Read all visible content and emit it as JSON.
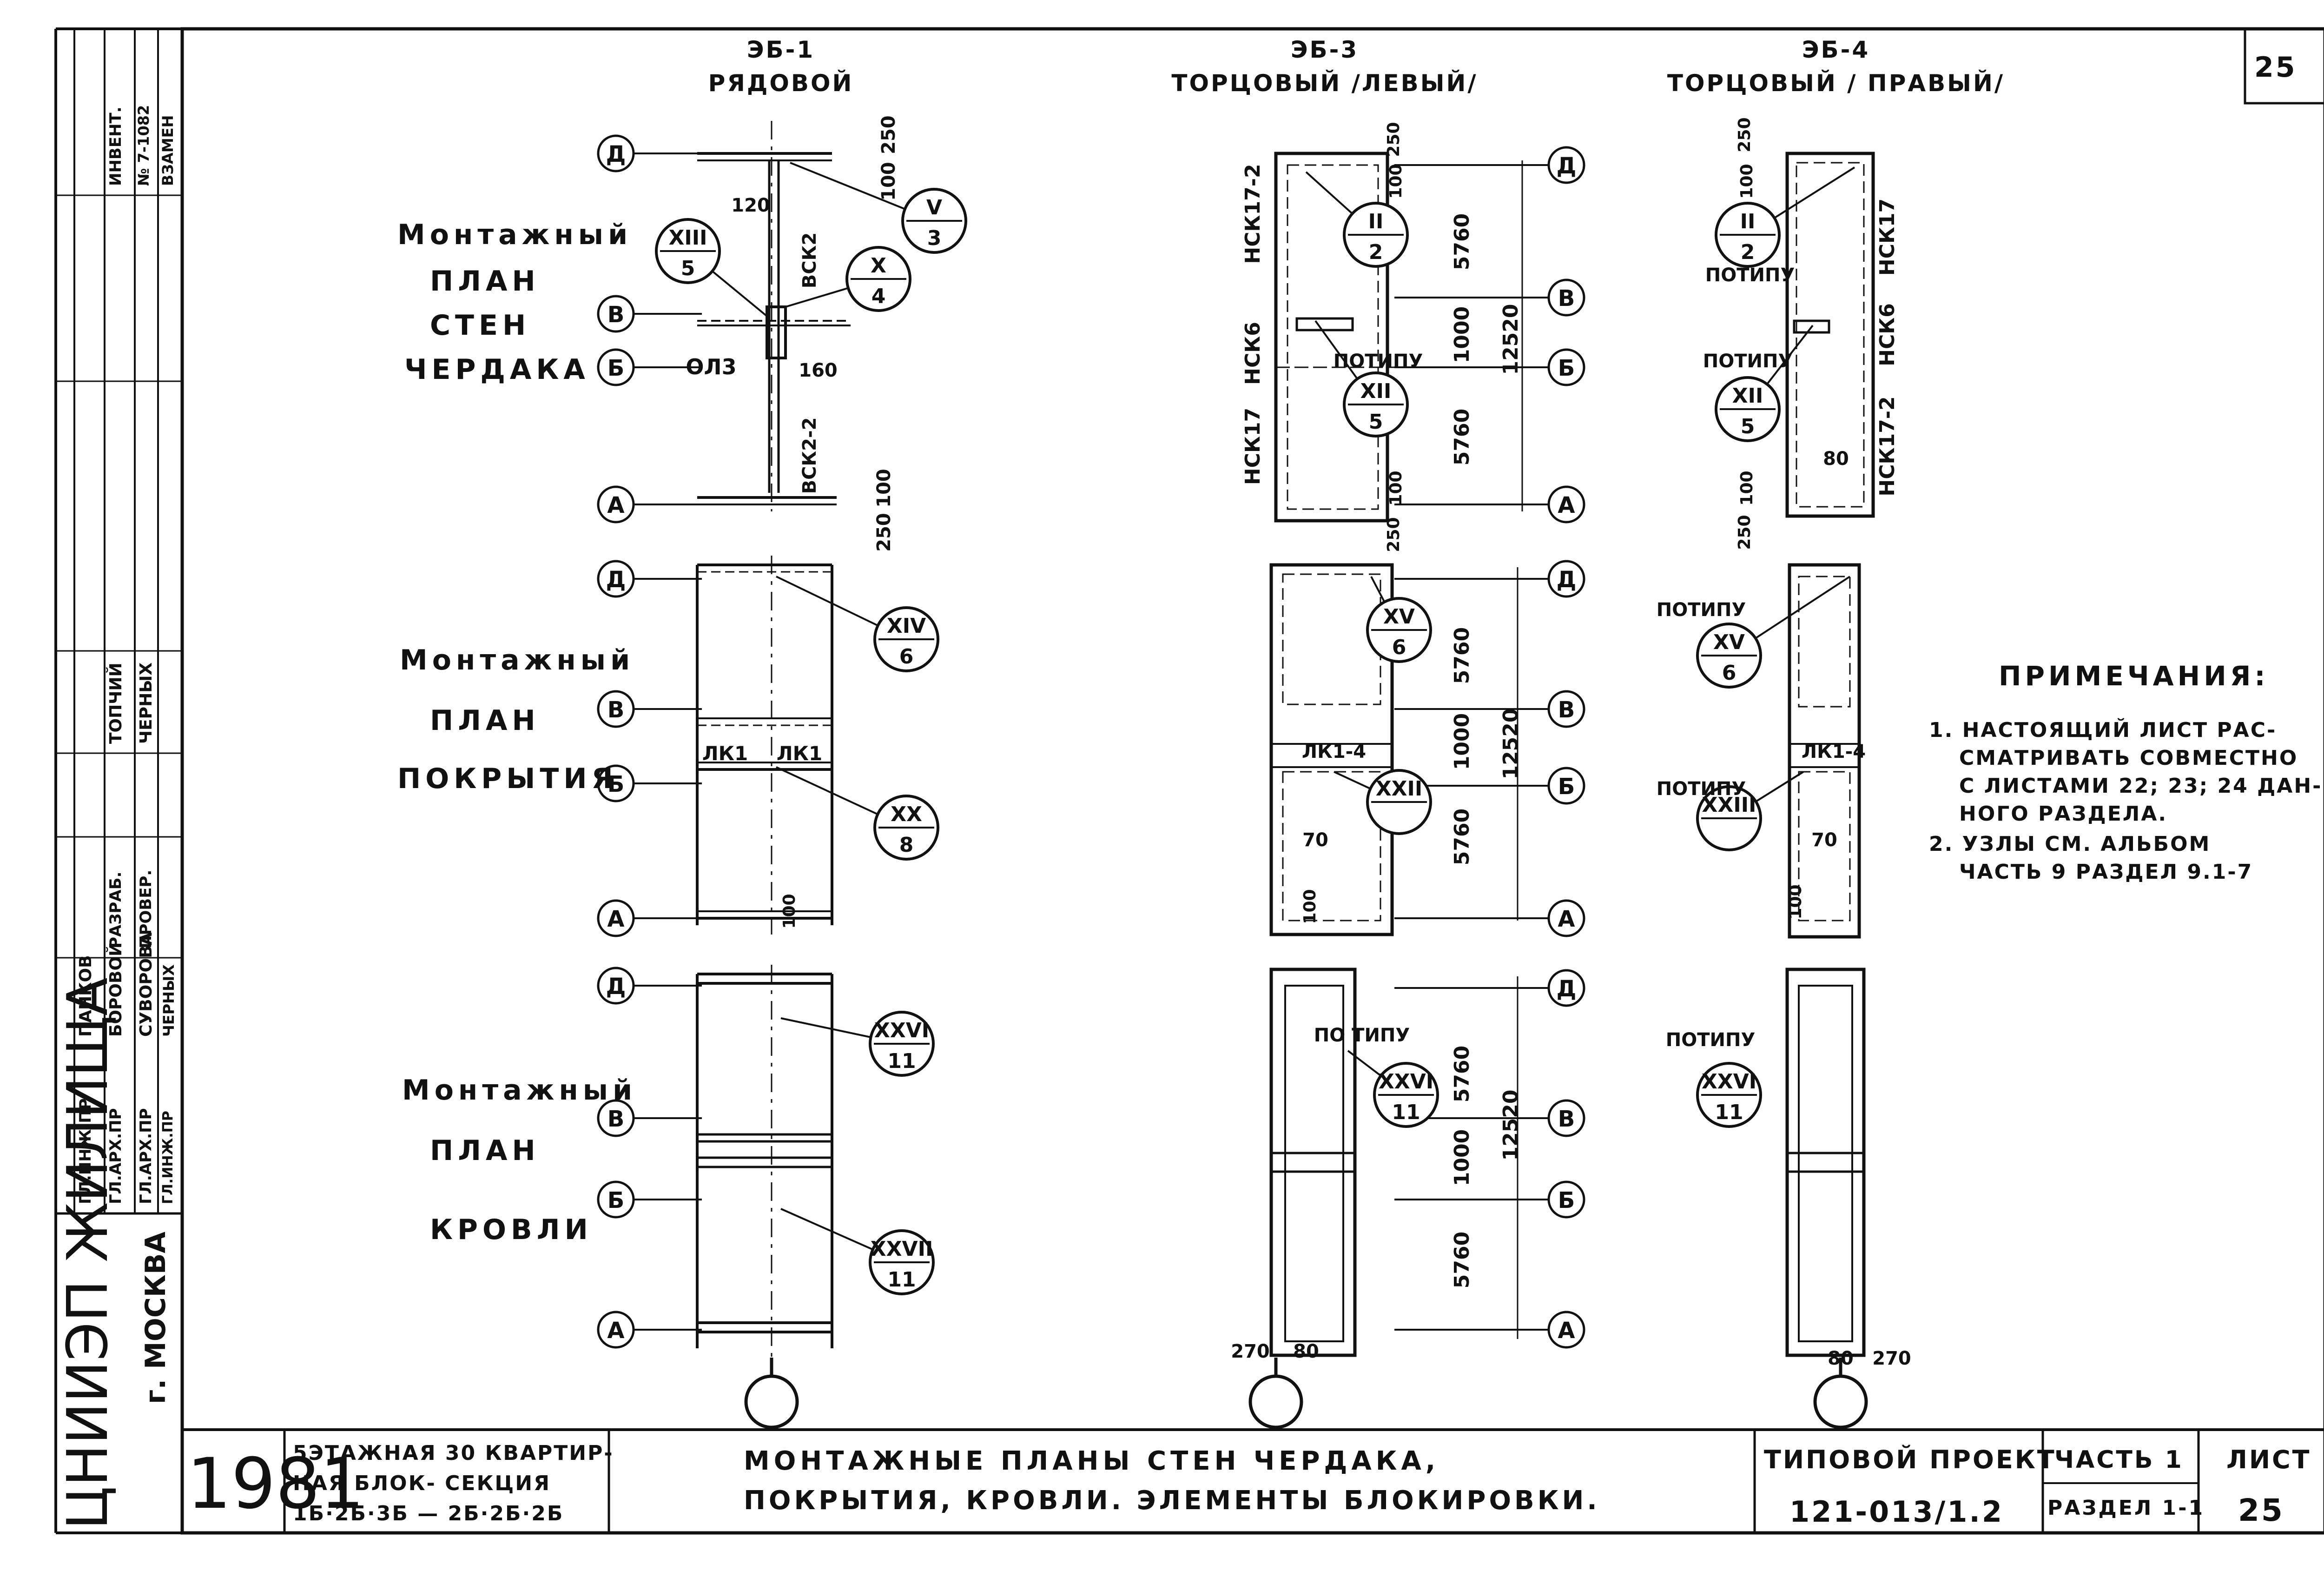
{
  "sheet_number_top": "25",
  "columns": [
    {
      "id": "eb1",
      "code": "ЭБ-1",
      "type": "РЯДОВОЙ"
    },
    {
      "id": "eb3",
      "code": "ЭБ-3",
      "type": "ТОРЦОВЫЙ /ЛЕВЫЙ/"
    },
    {
      "id": "eb4",
      "code": "ЭБ-4",
      "type": "ТОРЦОВЫЙ / ПРАВЫЙ/"
    }
  ],
  "row_titles": [
    [
      "Монтажный",
      "ПЛАН",
      "СТЕН",
      "ЧЕРДАКА"
    ],
    [
      "Монтажный",
      "ПЛАН",
      "ПОКРЫТИЯ"
    ],
    [
      "Монтажный",
      "ПЛАН",
      "КРОВЛИ"
    ]
  ],
  "axes": [
    "Д",
    "В",
    "Б",
    "А"
  ],
  "labels": {
    "bsk2": "ВСК2",
    "bsk2_2": "ВСК2-2",
    "ol3": "ОЛ3",
    "nsk17_2": "НСК17-2",
    "nsk6": "НСК6",
    "nsk17": "НСК17",
    "potipu": "ПОТИПУ",
    "po_tipu": "ПО ТИПУ",
    "lk1": "ЛК1",
    "lk1_4": "ЛК1-4",
    "lk1_4r": "ЛК1-4"
  },
  "dims": {
    "d250": "250",
    "d100": "100",
    "d120": "120",
    "d160": "160",
    "d5760": "5760",
    "d1000": "1000",
    "d12520": "12520",
    "d70": "70",
    "d80": "80",
    "d270": "270"
  },
  "nodes": {
    "n_v3": [
      "V",
      "3"
    ],
    "n_xiii5": [
      "XIII",
      "5"
    ],
    "n_x4": [
      "X",
      "4"
    ],
    "n_ii2": [
      "II",
      "2"
    ],
    "n_xii5": [
      "XII",
      "5"
    ],
    "n_xiv6": [
      "XIV",
      "6"
    ],
    "n_xx8": [
      "XX",
      "8"
    ],
    "n_xv6": [
      "XV",
      "6"
    ],
    "n_xxii": [
      "XXII",
      ""
    ],
    "n_xxiii": [
      "XXIII",
      ""
    ],
    "n_xxvi11": [
      "XXVI",
      "11"
    ],
    "n_xxvii11": [
      "XXVII",
      "11"
    ]
  },
  "notes": {
    "title": "ПРИМЕЧАНИЯ:",
    "lines": [
      "1. НАСТОЯЩИЙ ЛИСТ РАС-",
      "СМАТРИВАТЬ СОВМЕСТНО",
      "С ЛИСТАМИ 22; 23; 24 ДАН-",
      "НОГО РАЗДЕЛА.",
      "2. УЗЛЫ СМ. АЛЬБОМ",
      "ЧАСТЬ 9 РАЗДЕЛ 9.1-7"
    ]
  },
  "stamp": {
    "year": "1981",
    "project_desc": [
      "5ЭТАЖНАЯ 30 КВАРТИР-",
      "НАЯ БЛОК- СЕКЦИЯ",
      "1Б·2Б·3Б — 2Б·2Б·2Б"
    ],
    "sheet_title": [
      "МОНТАЖНЫЕ ПЛАНЫ СТЕН ЧЕРДАКА,",
      "ПОКРЫТИЯ, КРОВЛИ. ЭЛЕМЕНТЫ БЛОКИРОВКИ."
    ],
    "typical_project": "ТИПОВОЙ ПРОЕКТ",
    "project_code": "121-013/1.2",
    "part": "ЧАСТЬ 1",
    "section": "РАЗДЕЛ 1-1",
    "sheet_label": "ЛИСТ",
    "sheet_no": "25"
  },
  "left_strip": {
    "org": "ЦНИИЭП ЖИЛИЩА",
    "city": "г. МОСКВА",
    "roles": [
      "ГЛ.ИНЖ.ПР",
      "ГЛ.АРХ.ПР",
      "ГЛ.АРХ.ПР",
      "ГЛ.ИНЖ.ПР"
    ],
    "names": [
      "ПАНКОВ",
      "БОРОВОЙ",
      "СУВОРОВА",
      "ЧЕРНЫХ"
    ],
    "roles2": [
      "РАЗРАБ.",
      "ПРОВЕР."
    ],
    "names2": [
      "ТОПЧИЙ",
      "ЧЕРНЫХ"
    ],
    "inv": "ИНВЕНТ.",
    "inv_no": "№ 7-1082",
    "replace": "ВЗАМЕН"
  }
}
